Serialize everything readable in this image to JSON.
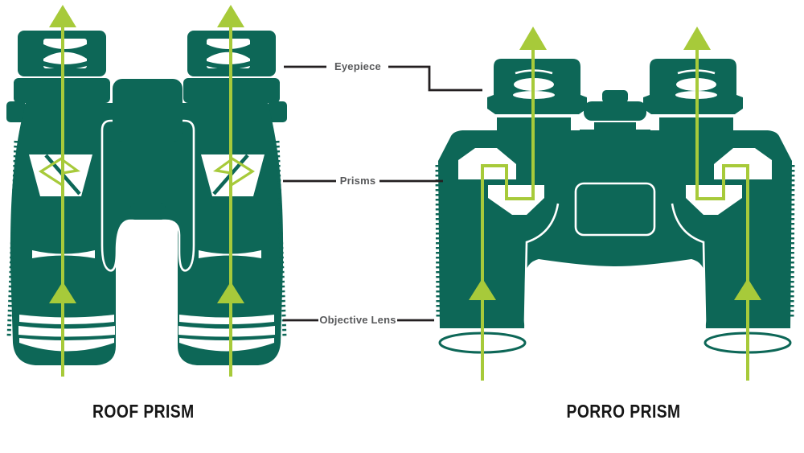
{
  "diagram": {
    "subject": "binocular-prism-types-comparison",
    "callouts": {
      "eyepiece": "Eyepiece",
      "prisms": "Prisms",
      "objective_lens": "Objective Lens"
    },
    "captions": {
      "roof": "ROOF PRISM",
      "porro": "PORRO PRISM"
    },
    "colors": {
      "body_green": "#0d6757",
      "light_path_green": "#a7ca3a",
      "callout_text_gray": "#58595b",
      "connector_line": "#231f20",
      "caption_black": "#161616",
      "background": "#ffffff"
    }
  }
}
